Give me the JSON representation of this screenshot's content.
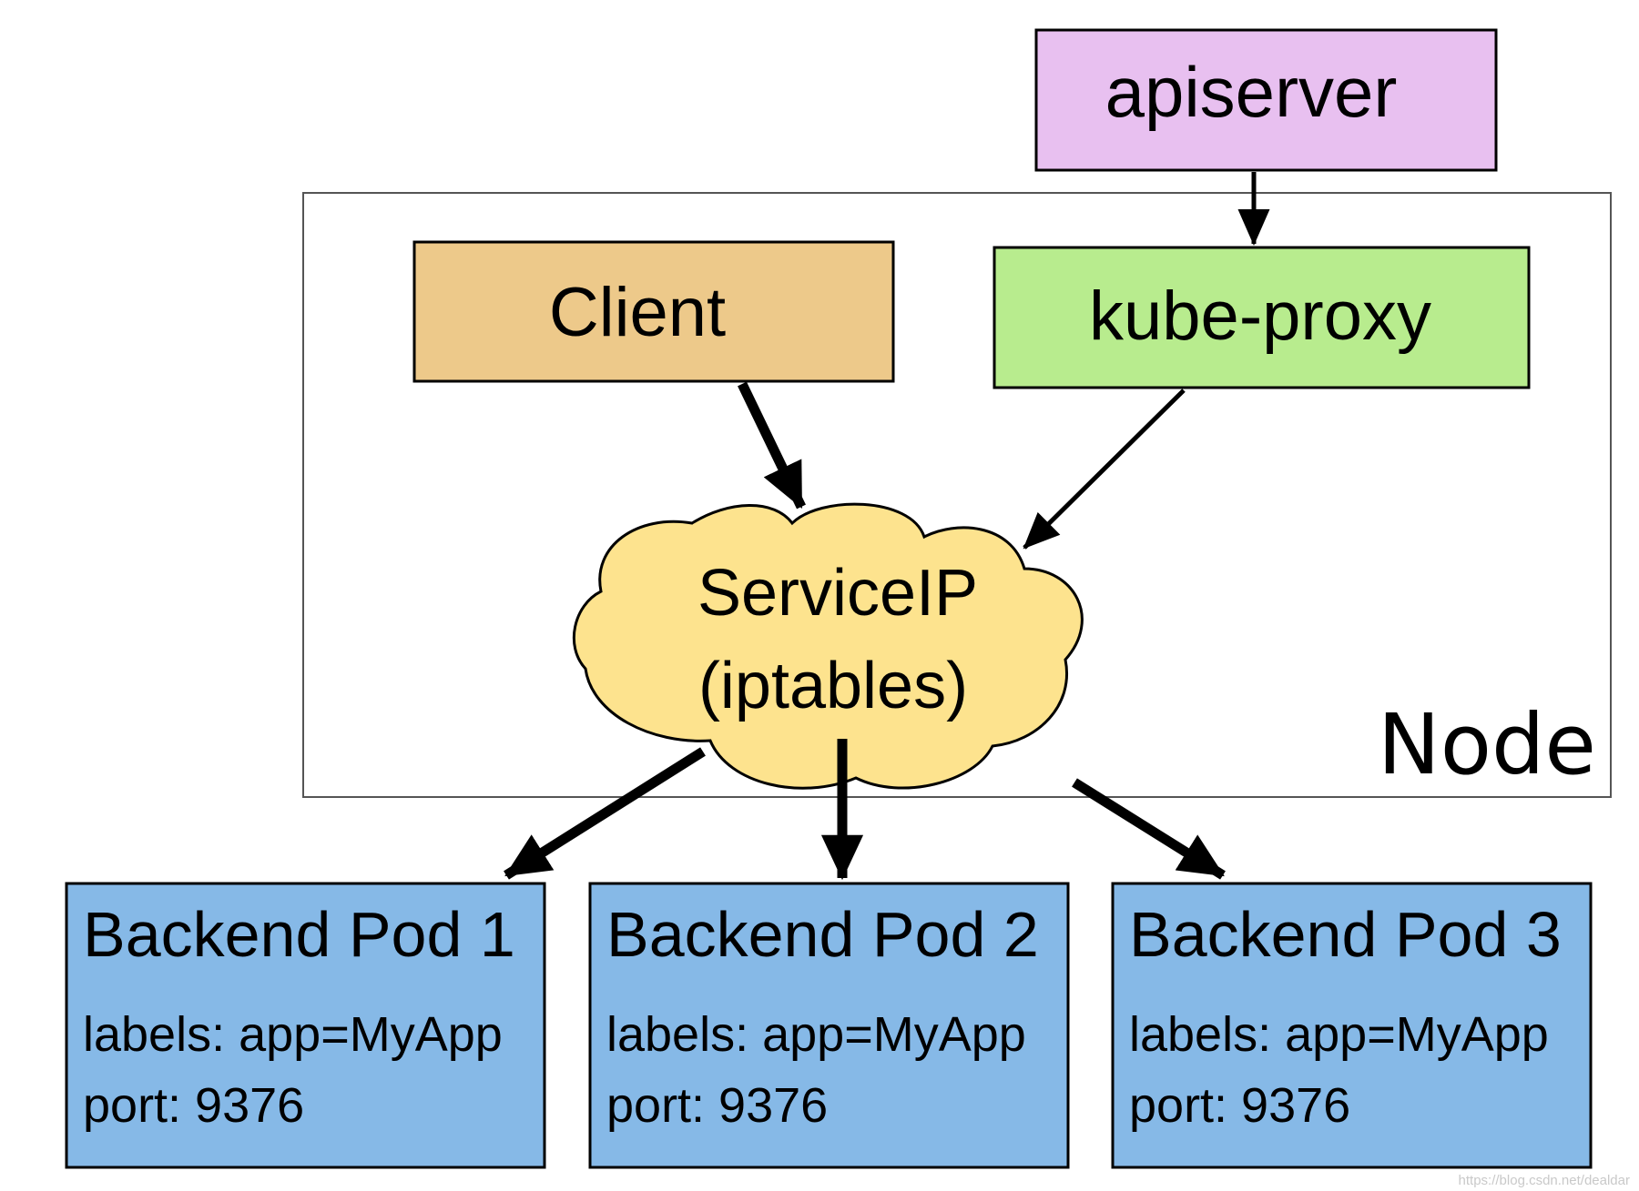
{
  "colors": {
    "apiserver": "#e8c0f0",
    "client": "#edc98a",
    "kube_proxy": "#b8ec8e",
    "service_ip": "#fde38e",
    "pod": "#86b9e7",
    "node_border": "#555555",
    "arrow": "#000000"
  },
  "apiserver": {
    "label": "apiserver"
  },
  "node": {
    "label": "Node"
  },
  "client": {
    "label": "Client"
  },
  "kube_proxy": {
    "label": "kube-proxy"
  },
  "service_ip": {
    "line1": "ServiceIP",
    "line2": "(iptables)"
  },
  "pods": [
    {
      "title": "Backend Pod 1",
      "labels": "labels: app=MyApp",
      "port": "port: 9376"
    },
    {
      "title": "Backend Pod 2",
      "labels": "labels: app=MyApp",
      "port": "port: 9376"
    },
    {
      "title": "Backend Pod 3",
      "labels": "labels: app=MyApp",
      "port": "port: 9376"
    }
  ],
  "watermark": "https://blog.csdn.net/dealdar"
}
